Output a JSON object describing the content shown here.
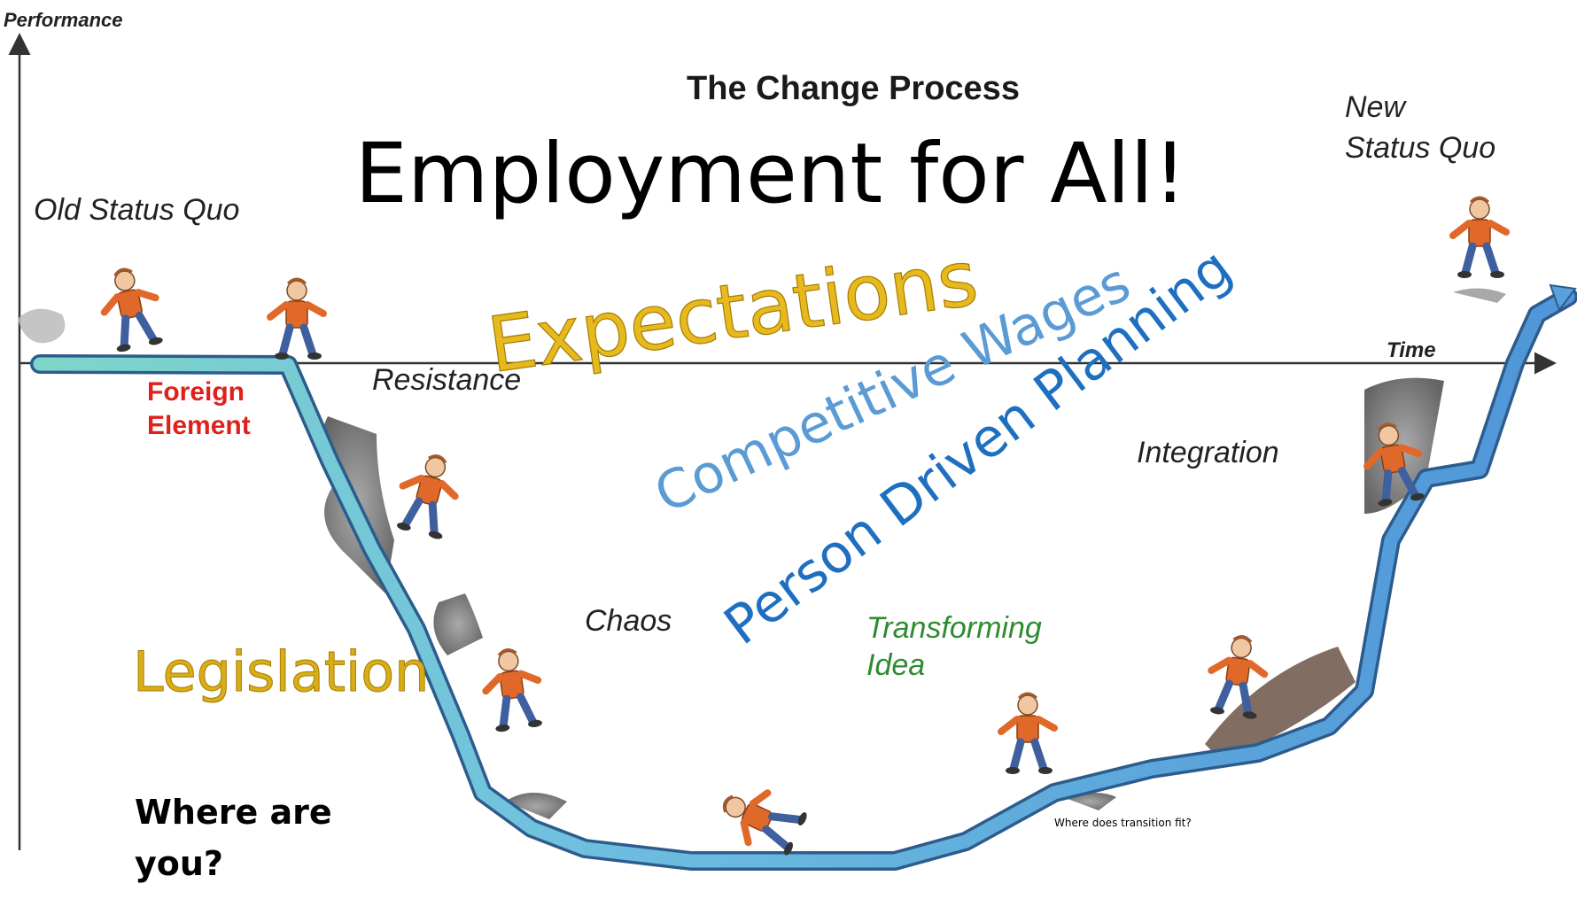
{
  "diagram": {
    "axis": {
      "y_label": "Performance",
      "x_label": "Time"
    },
    "process_title": "The Change Process",
    "main_title": "Employment for All!",
    "stages": {
      "old_status_quo": "Old Status Quo",
      "foreign_element_line1": "Foreign",
      "foreign_element_line2": "Element",
      "resistance": "Resistance",
      "chaos": "Chaos",
      "transforming_idea_line1": "Transforming",
      "transforming_idea_line2": "Idea",
      "integration": "Integration",
      "new_status_quo_line1": "New",
      "new_status_quo_line2": "Status Quo"
    },
    "overlay_words": {
      "expectations": "Expectations",
      "competitive_wages": "Competitive Wages",
      "person_driven_planning": "Person Driven Planning",
      "legislation": "Legislation"
    },
    "question_line1": "Where are",
    "question_line2": "you?",
    "small_note": "Where does transition fit?",
    "colors": {
      "curve_start": "#7fd6c8",
      "curve_end": "#4f95d8",
      "foreign_element": "#e0201a",
      "transforming_idea": "#2e8b2e",
      "expectations": "#e6b91e",
      "competitive_wages": "#5b9bd5",
      "person_driven_planning": "#1f6fc1",
      "legislation": "#d9ad17",
      "figure_shirt": "#e0692a",
      "figure_pants": "#3f5f9e"
    },
    "figure_icons": [
      "running-man-icon",
      "startled-man-icon",
      "climbing-man-icon",
      "falling-man-icon",
      "tumbling-man-icon",
      "surprised-man-icon",
      "stepping-man-icon",
      "standing-man-icon"
    ]
  }
}
